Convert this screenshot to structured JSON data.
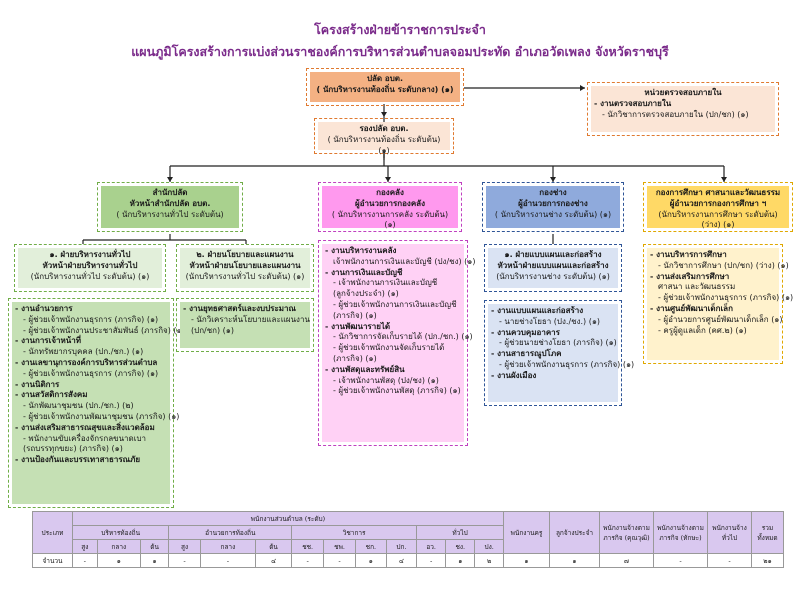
{
  "title_line1": "โครงสร้างฝ่ายข้าราชการประจำ",
  "title_line2": "แผนภูมิโครงสร้างการแบ่งส่วนราชองค์การบริหารส่วนตำบลจอมประทัด  อำเภอวัดเพลง  จังหวัดราชบุรี",
  "colors": {
    "orange": "#e8a060",
    "peach": "#fbd5b5",
    "green": "#a8d08d",
    "pink": "#ff99ee",
    "blue": "#8eaadb",
    "yellow": "#ffd966",
    "title": "#7a2a8a"
  },
  "top": {
    "name": "ปลัด อบต.",
    "sub": "( นักบริหารงานท้องถิ่น ระดับกลาง) (๑)"
  },
  "audit": {
    "name": "หน่วยตรวจสอบภายใน",
    "items": [
      "- งานตรวจสอบภายใน",
      "- นักวิชาการตรวจสอบภายใน (ปก/ชก) (๑)"
    ]
  },
  "deputy": {
    "name": "รองปลัด อบต.",
    "sub": "( นักบริหารงานท้องถิ่น ระดับต้น) (๑)"
  },
  "office": {
    "name": "สำนักปลัด",
    "head": "หัวหน้าสำนักปลัด อบต.",
    "sub": "( นักบริหารงานทั่วไป ระดับต้น)"
  },
  "finance": {
    "name": "กองคลัง",
    "head": "ผู้อำนวยการกองคลัง",
    "sub": "( นักบริหารงานการคลัง ระดับต้น) (๑)"
  },
  "engineering": {
    "name": "กองช่าง",
    "head": "ผู้อำนวยการกองช่าง",
    "sub": "( นักบริหารงานช่าง ระดับต้น) (๑)"
  },
  "education": {
    "name": "กองการศึกษา ศาสนาและวัฒนธรรม",
    "head": "ผู้อำนวยการกองการศึกษา ฯ",
    "sub": "(นักบริหารงานการศึกษา ระดับต้น) (ว่าง) (๑)"
  },
  "sec1": {
    "name": "๑. ฝ่ายบริหารงานทั่วไป",
    "head": "หัวหน้าฝ่ายบริหารงานทั่วไป",
    "sub": "(นักบริหารงานทั่วไป ระดับต้น) (๑)"
  },
  "sec2": {
    "name": "๒. ฝ่ายนโยบายและแผนงาน",
    "head": "หัวหน้าฝ่ายนโยบายและแผนงาน",
    "sub": "(นักบริหารงานทั่วไป ระดับต้น) (๑)"
  },
  "sec_eng": {
    "name": "๑. ฝ่ายแบบแผนและก่อสร้าง",
    "head": "หัวหน้าฝ่ายแบบแผนและก่อสร้าง",
    "sub": "(นักบริหารงานช่าง ระดับต้น) (๑)"
  },
  "list1": [
    "- งานอำนวยการ",
    "  - ผู้ช่วยเจ้าพนักงานธุรการ (ภารกิจ) (๑)",
    "  - ผู้ช่วยเจ้าพนักงานประชาสัมพันธ์ (ภารกิจ) (๑)",
    "- งานการเจ้าหน้าที่",
    "  - นักทรัพยากรบุคคล (ปก./ชก.) (๑)",
    "- งานเลขานุการองค์การบริหารส่วนตำบล",
    "  - ผู้ช่วยเจ้าพนักงานธุรการ (ภารกิจ) (๑)",
    "- งานนิติการ",
    "- งานสวัสดิการสังคม",
    "  - นักพัฒนาชุมชน (ปก./ชก.) (๒)",
    "  - ผู้ช่วยเจ้าพนักงานพัฒนาชุมชน (ภารกิจ) (๑)",
    "- งานส่งเสริมสาธารณสุขและสิ่งแวดล้อม",
    "  - พนักงานขับเครื่องจักรกลขนาดเบา",
    "    (รถบรรทุกขยะ) (ภารกิจ) (๑)",
    "- งานป้องกันและบรรเทาสาธารณภัย"
  ],
  "list2": [
    "- งานยุทธศาสตร์และงบประมาณ",
    "  - นักวิเคราะห์นโยบายและแผนงาน",
    "    (ปก/ชก) (๑)"
  ],
  "list_fin": [
    "- งานบริหารงานคลัง",
    "  เจ้าพนักงานการเงินและบัญชี (ปง/ชง) (๑)",
    "- งานการเงินและบัญชี",
    "  - เจ้าพนักงานการเงินและบัญชี",
    "    (ลูกจ้างประจำ) (๑)",
    "  - ผู้ช่วยเจ้าพนักงานการเงินและบัญชี",
    "    (ภารกิจ) (๑)",
    "- งานพัฒนารายได้",
    "  - นักวิชาการจัดเก็บรายได้ (ปก./ชก.) (๑)",
    "  - ผู้ช่วยเจ้าพนักงานจัดเก็บรายได้",
    "    (ภารกิจ) (๑)",
    "- งานพัสดุและทรัพย์สิน",
    "  - เจ้าพนักงานพัสดุ (ปง/ชง) (๑)",
    "  - ผู้ช่วยเจ้าพนักงานพัสดุ (ภารกิจ) (๑)"
  ],
  "list_eng": [
    "- งานแบบแผนและก่อสร้าง",
    "  - นายช่างโยธา (ปง./ชง.) (๑)",
    "- งานควบคุมอาคาร",
    "  - ผู้ช่วยนายช่างโยธา (ภารกิจ) (๑)",
    "- งานสาธารณูปโภค",
    "  - ผู้ช่วยเจ้าพนักงานธุรการ (ภารกิจ) (๑)",
    "- งานผังเมือง"
  ],
  "list_edu": [
    "- งานบริหารการศึกษา",
    "  - นักวิชาการศึกษา (ปก/ชก) (ว่าง) (๑)",
    "- งานส่งเสริมการศึกษา",
    "  ศาสนา และวัฒนธรรม",
    "  - ผู้ช่วยเจ้าพนักงานธุรการ (ภารกิจ) (๑)",
    "- งานศูนย์พัฒนาเด็กเล็ก",
    "  - ผู้อำนวยการศูนย์พัฒนาเด็กเล็ก (๑)",
    "  - ครูผู้ดูแลเด็ก (คศ.๒) (๑)"
  ],
  "table": {
    "rowhead": "ประเภท",
    "group": "พนักงานส่วนตำบล (ระดับ)",
    "sub": [
      "บริหารท้องถิ่น",
      "อำนวยการท้องถิ่น",
      "วิชาการ",
      "ทั่วไป"
    ],
    "levels": [
      "สูง",
      "กลาง",
      "ต้น",
      "สูง",
      "กลาง",
      "ต้น",
      "ชช.",
      "ชพ.",
      "ชก.",
      "ปก.",
      "อว.",
      "ชง.",
      "ปง."
    ],
    "other": [
      "พนักงานครู",
      "ลูกจ้างประจำ",
      "พนักงานจ้างตามภารกิจ (คุณวุฒิ)",
      "พนักงานจ้างตามภารกิจ (ทักษะ)",
      "พนักงานจ้างทั่วไป",
      "รวมทั้งหมด"
    ],
    "label": "จำนวน",
    "values": [
      "-",
      "๑",
      "๑",
      "-",
      "-",
      "๔",
      "-",
      "-",
      "๑",
      "๔",
      "-",
      "๑",
      "๒",
      "๑",
      "๑",
      "๗",
      "-",
      "-",
      "๒๑"
    ]
  }
}
